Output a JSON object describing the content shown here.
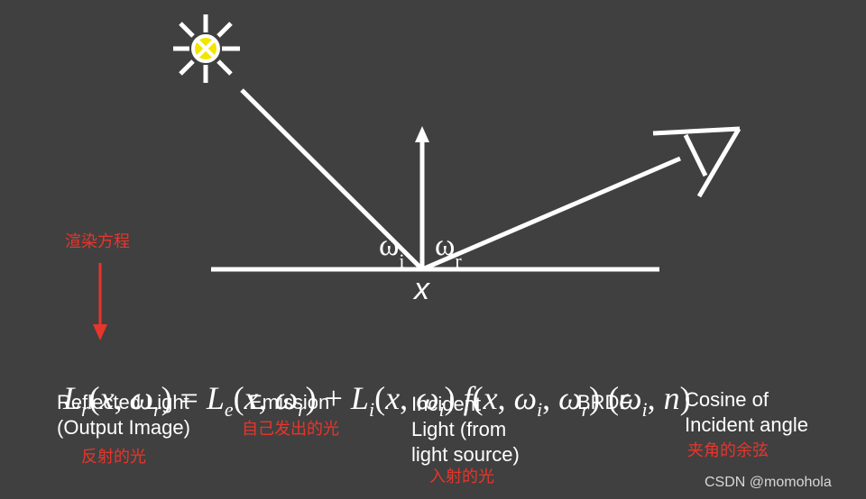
{
  "labels": {
    "omega_i": "ω",
    "omega_i_sub": "i",
    "omega_r": "ω",
    "omega_r_sub": "r",
    "point_x": "x"
  },
  "equation": "Lr(x, ωr) = Le(x, ωr) + Li(x, ωi) f(x, ωi, ωr) (ωi, n)",
  "terms": [
    {
      "text": "Reflected Light\n(Output Image)",
      "annotation": "反射的光"
    },
    {
      "text": "Emission",
      "annotation": "自己发出的光"
    },
    {
      "text": "Incident\nLight (from\nlight source)",
      "annotation": "入射的光"
    },
    {
      "text": "BRDF",
      "annotation": ""
    },
    {
      "text": "Cosine of\nIncident angle",
      "annotation": "夹角的余弦"
    }
  ],
  "rendering_equation_note": "渲染方程",
  "watermark": "CSDN @momohola",
  "colors": {
    "background": "#404040",
    "foreground": "#ffffff",
    "annotation": "#e8352c",
    "sun": "#f2e600"
  }
}
